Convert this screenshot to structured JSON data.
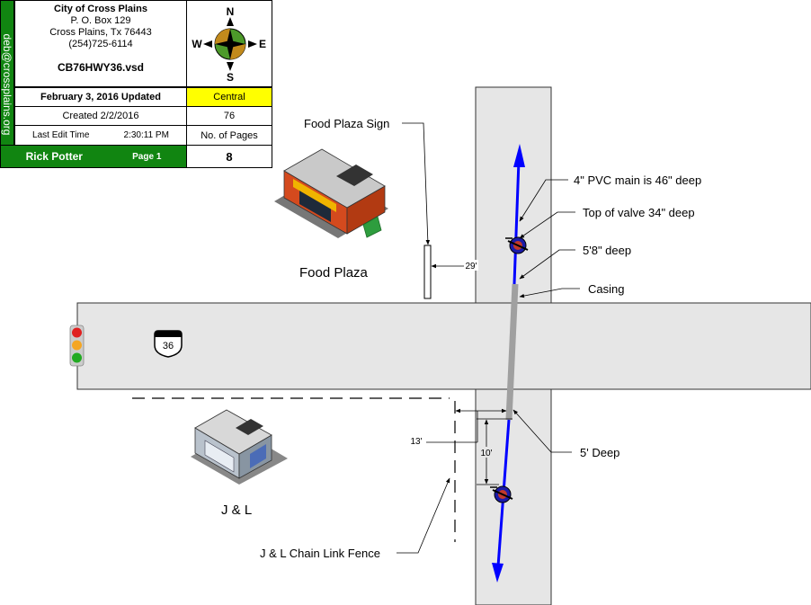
{
  "title_block": {
    "side_email": "deb@crossplains.org",
    "org_name": "City of Cross Plains",
    "address_line1": "P. O. Box 129",
    "address_line2": "Cross Plains, Tx  76443",
    "phone": "(254)725-6114",
    "file_name": "CB76HWY36.vsd",
    "updated": "February 3, 2016 Updated",
    "zone": "Central",
    "created": "Created 2/2/2016",
    "number": "76",
    "last_edit_label": "Last Edit Time",
    "last_edit_time": "2:30:11 PM",
    "pages_label": "No. of Pages",
    "author": "Rick Potter",
    "page": "Page 1",
    "pages": "8"
  },
  "compass": {
    "n": "N",
    "s": "S",
    "e": "E",
    "w": "W"
  },
  "labels": {
    "sign": "Food Plaza Sign",
    "pvc": "4\" PVC main is 46\" deep",
    "valve": "Top of valve 34\" deep",
    "deep58": "5'8\" deep",
    "casing": "Casing",
    "deep5": "5' Deep",
    "fence": "J & L Chain Link Fence",
    "food_plaza": "Food Plaza",
    "jl": "J & L",
    "hwy": "36"
  },
  "dimensions": {
    "sign_gap": "29'",
    "fence_gap": "13'",
    "valve_gap": "10'"
  },
  "colors": {
    "main": "#0000ff",
    "casing": "#a0a0a0",
    "road": "#e6e6e6",
    "green": "#118511",
    "yellow": "#ffff00"
  }
}
